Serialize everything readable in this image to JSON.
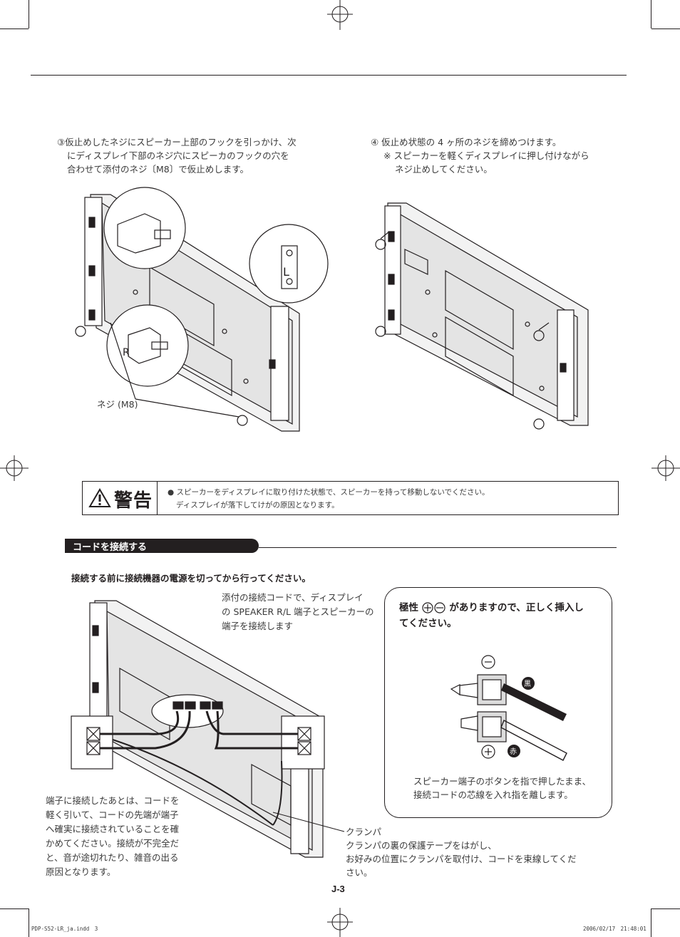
{
  "step3": {
    "lines": [
      "③仮止めしたネジにスピーカー上部のフックを引っかけ、次",
      "にディスプレイ下部のネジ穴にスピーカのフックの穴を",
      "合わせて添付のネジ〔M8〕で仮止めします。"
    ],
    "screw_label": "ネジ (M8)",
    "mark_r": "R",
    "mark_l": "L"
  },
  "step4": {
    "line1": "④ 仮止め状態の 4 ヶ所のネジを締めつけます。",
    "note_lines": [
      "※ スピーカーを軽くディスプレイに押し付けながら",
      "ネジ止めしてください。"
    ]
  },
  "warning": {
    "label": "警告",
    "lines": [
      "● スピーカーをディスプレイに取り付けた状態で、スピーカーを持って移動しないでください。",
      "ディスプレイが落下してけがの原因となります。"
    ]
  },
  "section": {
    "title": "コードを接続する",
    "lead": "接続する前に接続機器の電源を切ってから行ってください。"
  },
  "connect": {
    "desc_lines": [
      "添付の接続コードで、ディスプレイ",
      "の SPEAKER R/L 端子とスピーカーの",
      "端子を接続します"
    ],
    "left_note_lines": [
      "端子に接続したあとは、コードを",
      "軽く引いて、コードの先端が端子",
      "へ確実に接続されていることを確",
      "かめてください。接続が不完全だ",
      "と、音が途切れたり、雑音の出る",
      "原因となります。"
    ],
    "clamp_lines": [
      "クランパ",
      "クランパの裏の保護テープをはがし、",
      "お好みの位置にクランパを取付け、コードを束線してくだ",
      "さい。"
    ]
  },
  "polarity": {
    "title_pre": "極性",
    "title_post": "がありますので、正しく挿入し",
    "title_line2": "てください。",
    "black_label": "黒",
    "red_label": "赤",
    "caption_lines": [
      "スピーカー端子のボタンを指で押したまま、",
      "接続コードの芯線を入れ指を離します。"
    ]
  },
  "page_number": "J-3",
  "footer": {
    "file": "PDP-S52-LR_ja.indd　3",
    "timestamp": "2006/02/17　21:48:01"
  }
}
